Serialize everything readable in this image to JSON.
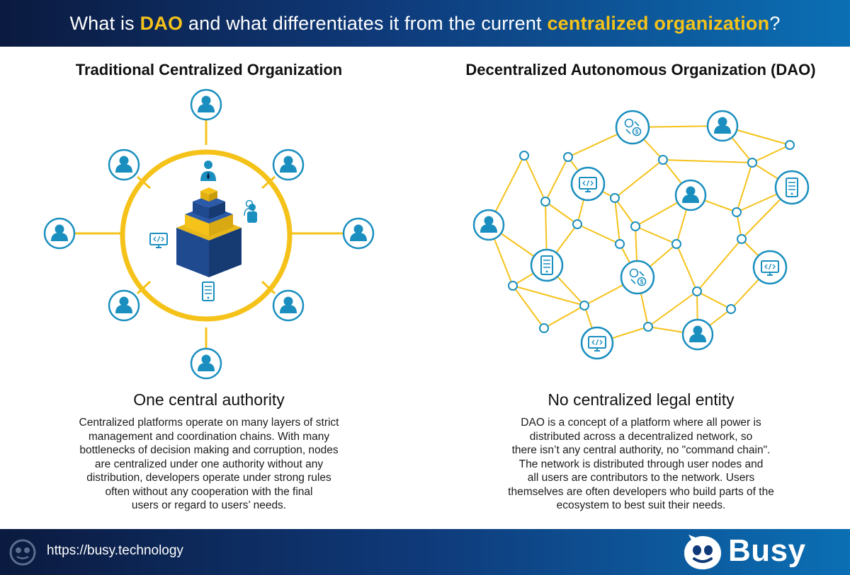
{
  "header": {
    "title_part1": "What is ",
    "title_hl1": "DAO",
    "title_part2": " and what differentiates it from the current ",
    "title_hl2": "centralized organization",
    "title_part3": "?"
  },
  "left": {
    "title": "Traditional Centralized Organization",
    "subtitle": "One central authority",
    "description": "Centralized platforms operate on many layers of strict\nmanagement and coordination chains. With many\nbottlenecks of decision making and corruption, nodes\nare centralized under one authority without any\ndistribution, developers operate under strong rules\noften without any cooperation with the final\nusers or regard to users’ needs."
  },
  "right": {
    "title": "Decentralized Autonomous Organization (DAO)",
    "subtitle": "No centralized legal entity",
    "description": "DAO is a concept of a platform where all power is\ndistributed across a decentralized network, so\nthere isn’t any central authority, no \"command chain\".\nThe network is distributed through user nodes and\nall users are contributors to the network. Users\nthemselves are often developers who build parts of the\necosystem to best suit their needs."
  },
  "footer": {
    "url": "https://busy.technology",
    "brand": "Busy"
  },
  "colors": {
    "accent_yellow": "#f5c21a",
    "node_blue": "#1a8fbf",
    "header_dark": "#0b1a3f",
    "cube_blue": "#1f4a8f"
  },
  "icons": [
    "user-icon",
    "monitor-code-icon",
    "server-icon",
    "exchange-icon",
    "pyramid-icon",
    "busy-logo-icon"
  ]
}
